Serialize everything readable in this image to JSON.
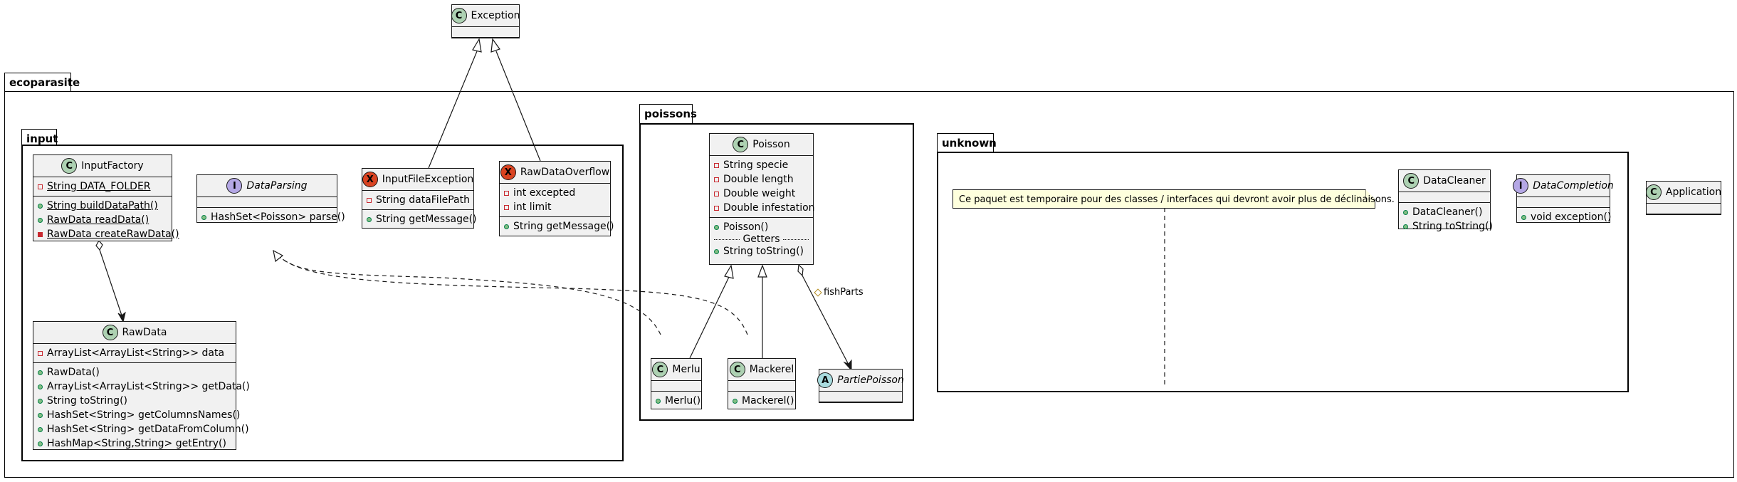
{
  "colors": {
    "class_fill": "#f1f1f1",
    "badge_class": "#add1b2",
    "badge_interface": "#b4a7e5",
    "badge_exception": "#d94321",
    "badge_abstract": "#a9dcdf",
    "note_fill": "#feffdd"
  },
  "packages": {
    "root": "ecoparasite",
    "input": "input",
    "poissons": "poissons",
    "unknown": "unknown"
  },
  "classes": {
    "exception": {
      "badge": "C",
      "name": "Exception"
    },
    "input_factory": {
      "badge": "C",
      "name": "InputFactory",
      "fields": [
        "String DATA_FOLDER"
      ],
      "methods": [
        "String buildDataPath()",
        "RawData readData()",
        "RawData createRawData()"
      ]
    },
    "data_parsing": {
      "badge": "I",
      "name": "DataParsing",
      "methods": [
        "HashSet<Poisson> parse()"
      ]
    },
    "input_file_exception": {
      "badge": "X",
      "name": "InputFileException",
      "fields": [
        "String dataFilePath"
      ],
      "methods": [
        "String getMessage()"
      ]
    },
    "raw_data_overflow": {
      "badge": "X",
      "name": "RawDataOverflow",
      "fields": [
        "int excepted",
        "int limit"
      ],
      "methods": [
        "String getMessage()"
      ]
    },
    "raw_data": {
      "badge": "C",
      "name": "RawData",
      "fields": [
        "ArrayList<ArrayList<String>> data"
      ],
      "methods": [
        "RawData()",
        "ArrayList<ArrayList<String>> getData()",
        "String toString()",
        "HashSet<String> getColumnsNames()",
        "HashSet<String> getDataFromColumn()",
        "HashMap<String,String> getEntry()"
      ]
    },
    "poisson": {
      "badge": "C",
      "name": "Poisson",
      "fields": [
        "String specie",
        "Double length",
        "Double weight",
        "Double infestation"
      ],
      "methods_a": [
        "Poisson()"
      ],
      "separator": "Getters",
      "methods_b": [
        "String toString()"
      ]
    },
    "merlu": {
      "badge": "C",
      "name": "Merlu",
      "methods": [
        "Merlu()"
      ]
    },
    "mackerel": {
      "badge": "C",
      "name": "Mackerel",
      "methods": [
        "Mackerel()"
      ]
    },
    "partie_poisson": {
      "badge": "A",
      "name": "PartiePoisson"
    },
    "data_cleaner": {
      "badge": "C",
      "name": "DataCleaner",
      "methods": [
        "DataCleaner()",
        "String toString()"
      ]
    },
    "data_completion": {
      "badge": "I",
      "name": "DataCompletion",
      "methods": [
        "void exception()"
      ]
    },
    "application": {
      "badge": "C",
      "name": "Application"
    }
  },
  "note": {
    "text": "Ce paquet est temporaire pour des classes / interfaces qui devront avoir plus de déclinaisons."
  },
  "edges": {
    "fish_parts_label": "fishParts"
  }
}
